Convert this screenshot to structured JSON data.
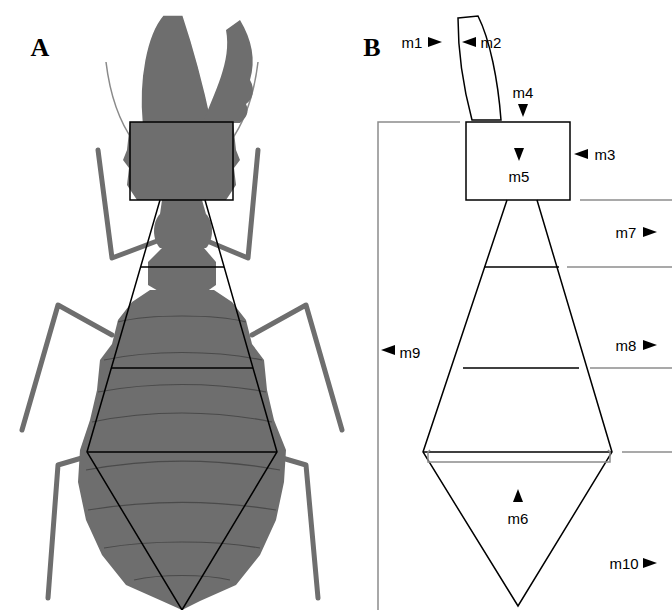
{
  "diagram": {
    "labels": [
      "A",
      "B",
      "m1",
      "m2",
      "m4",
      "m3",
      "m5",
      "m7",
      "m9",
      "m8",
      "m6",
      "m10"
    ]
  }
}
